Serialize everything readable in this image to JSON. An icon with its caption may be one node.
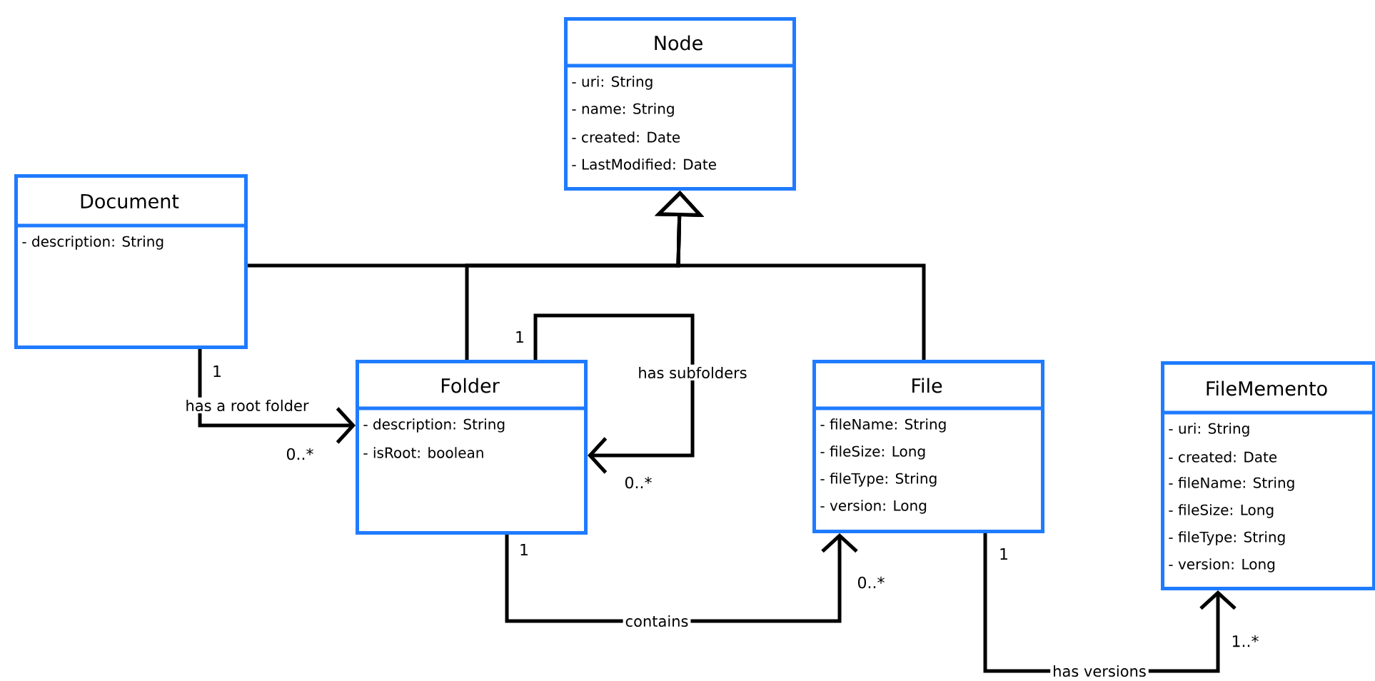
{
  "diagram": {
    "nodes": [
      {
        "text": [
          "Node",
          "- uri: String",
          "- name: String",
          "- created: Date",
          "- LastModified: Date"
        ]
      },
      {
        "text": [
          "Document",
          "- description: String"
        ]
      },
      {
        "text": [
          "Folder",
          "- description: String",
          "- isRoot: boolean"
        ]
      },
      {
        "text": [
          "File",
          "- fileName: String",
          "- fileSize: Long",
          "- fileType: String",
          "- version: Long"
        ]
      },
      {
        "text": [
          "FileMemento",
          "- uri: String",
          "- created: Date",
          "- fileName: String",
          "- fileSize: Long",
          "- fileType: String",
          "- version: Long"
        ]
      }
    ],
    "edges": [
      {
        "from": 1,
        "to": 0,
        "arrow": "to"
      },
      {
        "from": 2,
        "to": 0,
        "arrow": "to"
      },
      {
        "from": 3,
        "to": 0,
        "arrow": "to"
      },
      {
        "from": 1,
        "to": 2,
        "arrow": "to",
        "label": "has a root folder"
      },
      {
        "from": 2,
        "to": 2,
        "arrow": "to",
        "label": "has subfolders"
      },
      {
        "from": 2,
        "to": 3,
        "arrow": "to",
        "label": "contains"
      },
      {
        "from": 3,
        "to": 4,
        "arrow": "to",
        "label": "has versions"
      }
    ],
    "labels": [
      "1",
      "1",
      "0..*",
      "0..*",
      "1",
      "1",
      "0..*",
      "1..*"
    ]
  }
}
